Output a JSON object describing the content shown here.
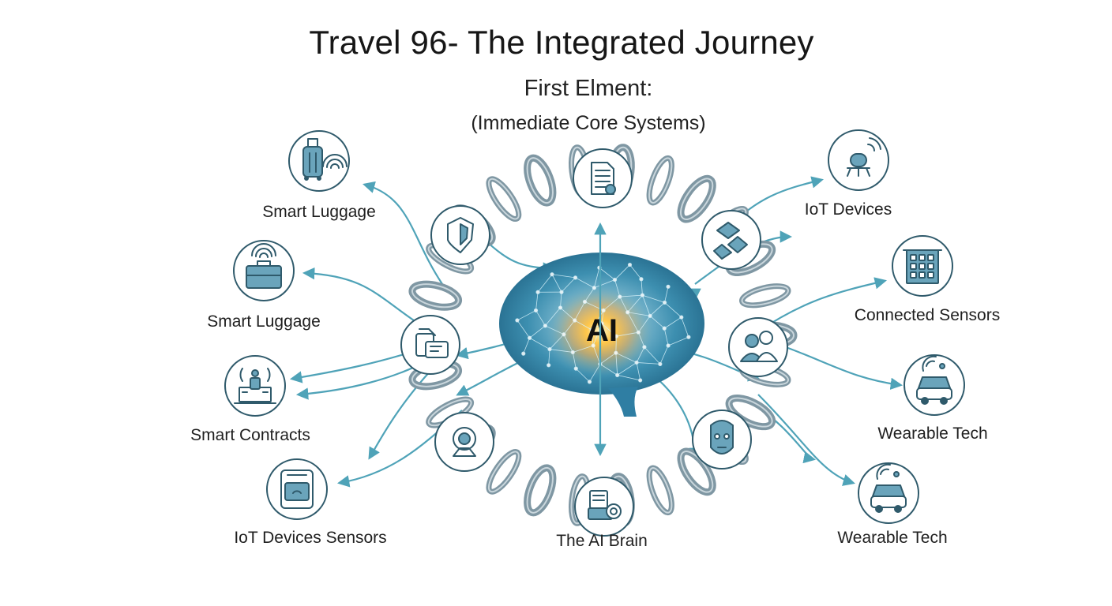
{
  "title": "Travel 96- The Integrated Journey",
  "subtitle_line1": "First Elment:",
  "subtitle_line2": "(Immediate Core Systems)",
  "center_label": "AI",
  "colors": {
    "accent": "#4fa3b8",
    "icon_fill": "#6aa4bb",
    "stroke": "#2f5a6b",
    "chain": "#7f97a3"
  },
  "left_nodes": [
    {
      "label": "Smart Luggage",
      "icon": "luggage-wifi-icon"
    },
    {
      "label": "Smart Luggage",
      "icon": "briefcase-wifi-icon"
    },
    {
      "label": "Smart Contracts",
      "icon": "building-signal-icon"
    },
    {
      "label": "IoT Devices Sensors",
      "icon": "tablet-sensor-icon"
    }
  ],
  "right_nodes": [
    {
      "label": "IoT Devices",
      "icon": "sensor-beacon-icon"
    },
    {
      "label": "Connected Sensors",
      "icon": "building-icon"
    },
    {
      "label": "Wearable Tech",
      "icon": "car-signal-icon"
    },
    {
      "label": "Wearable Tech",
      "icon": "car-wifi-icon"
    }
  ],
  "bottom_label": "The AI Brain",
  "chain_icons": [
    "document-icon",
    "blocks-icon",
    "people-icon",
    "robot-face-icon",
    "register-icon",
    "camera-icon",
    "id-cards-icon",
    "shield-icon"
  ]
}
